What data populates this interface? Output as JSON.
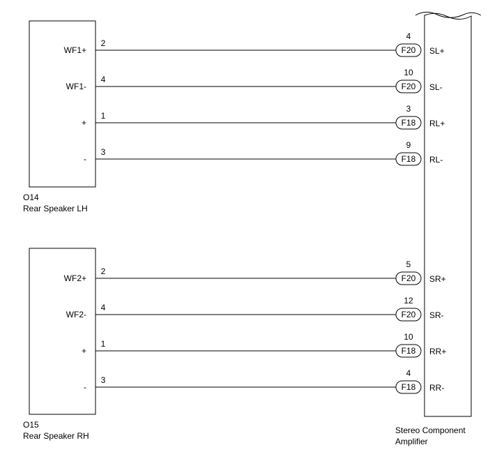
{
  "components": {
    "rear_speaker_lh": {
      "code": "O14",
      "name": "Rear Speaker LH",
      "pins": [
        {
          "label": "WF1+",
          "number": "2"
        },
        {
          "label": "WF1-",
          "number": "4"
        },
        {
          "label": "+",
          "number": "1"
        },
        {
          "label": "-",
          "number": "3"
        }
      ]
    },
    "rear_speaker_rh": {
      "code": "O15",
      "name": "Rear Speaker RH",
      "pins": [
        {
          "label": "WF2+",
          "number": "2"
        },
        {
          "label": "WF2-",
          "number": "4"
        },
        {
          "label": "+",
          "number": "1"
        },
        {
          "label": "-",
          "number": "3"
        }
      ]
    },
    "amplifier": {
      "name_line1": "Stereo Component",
      "name_line2": "Amplifier",
      "pins": [
        {
          "number": "4",
          "connector": "F20",
          "label": "SL+"
        },
        {
          "number": "10",
          "connector": "F20",
          "label": "SL-"
        },
        {
          "number": "3",
          "connector": "F18",
          "label": "RL+"
        },
        {
          "number": "9",
          "connector": "F18",
          "label": "RL-"
        },
        {
          "number": "5",
          "connector": "F20",
          "label": "SR+"
        },
        {
          "number": "12",
          "connector": "F20",
          "label": "SR-"
        },
        {
          "number": "10",
          "connector": "F18",
          "label": "RR+"
        },
        {
          "number": "4",
          "connector": "F18",
          "label": "RR-"
        }
      ]
    }
  }
}
